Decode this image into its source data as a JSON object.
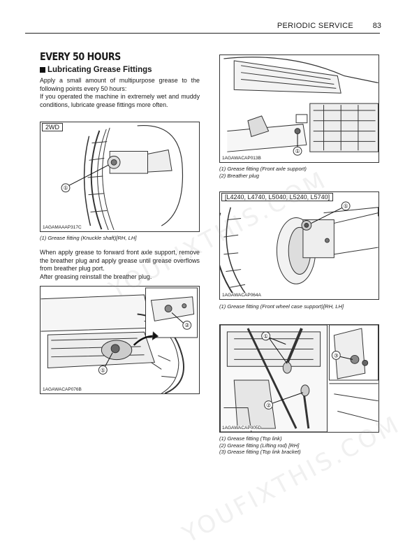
{
  "header": {
    "section": "PERIODIC SERVICE",
    "page": "83"
  },
  "title": "EVERY 50 HOURS",
  "subheading": "Lubricating Grease Fittings",
  "intro_lines": [
    "Apply a small amount of multipurpose grease to the following points every 50 hours:",
    "If you operated the machine in extremely wet and muddy conditions, lubricate grease fittings more often."
  ],
  "instruction_lines": [
    "When apply grease to forward front axle support, remove the breather plug and apply grease until grease overflows from breather plug port.",
    "After greasing reinstall the breather plug."
  ],
  "figures": {
    "knuckle": {
      "tag": "2WD",
      "code": "1AGAMAAAP317C",
      "callouts": [
        "①"
      ],
      "captions": [
        "(1) Grease fitting (Knuckle shaft)[RH, LH]"
      ]
    },
    "axle_support_breather": {
      "code": "1AGAWACAP076B",
      "callouts": [
        "①",
        "②"
      ]
    },
    "front_axle_support": {
      "code": "1AGAWACAP013B",
      "callouts": [
        "①"
      ],
      "captions": [
        "(1) Grease fitting (Front axle support)",
        "(2) Breather plug"
      ]
    },
    "wheel_case": {
      "tag": "[L4240, L4740, L5040, L5240, L5740]",
      "code": "1AGAWACAP064A",
      "callouts": [
        "①"
      ],
      "captions": [
        "(1) Grease fitting (Front wheel case support)[RH, LH]"
      ]
    },
    "top_link": {
      "code": "1AGAWACAP005D",
      "callouts": [
        "①",
        "②",
        "③"
      ],
      "captions": [
        "(1) Grease fitting (Top link)",
        "(2) Grease fitting (Lifting rod) [RH]",
        "(3) Grease fitting (Top link bracket)"
      ]
    }
  },
  "watermark": "YOUFIXTHIS.COM",
  "colors": {
    "text": "#1a1a1a",
    "rule": "#222222",
    "line_art": "#333333",
    "watermark": "#969696"
  }
}
